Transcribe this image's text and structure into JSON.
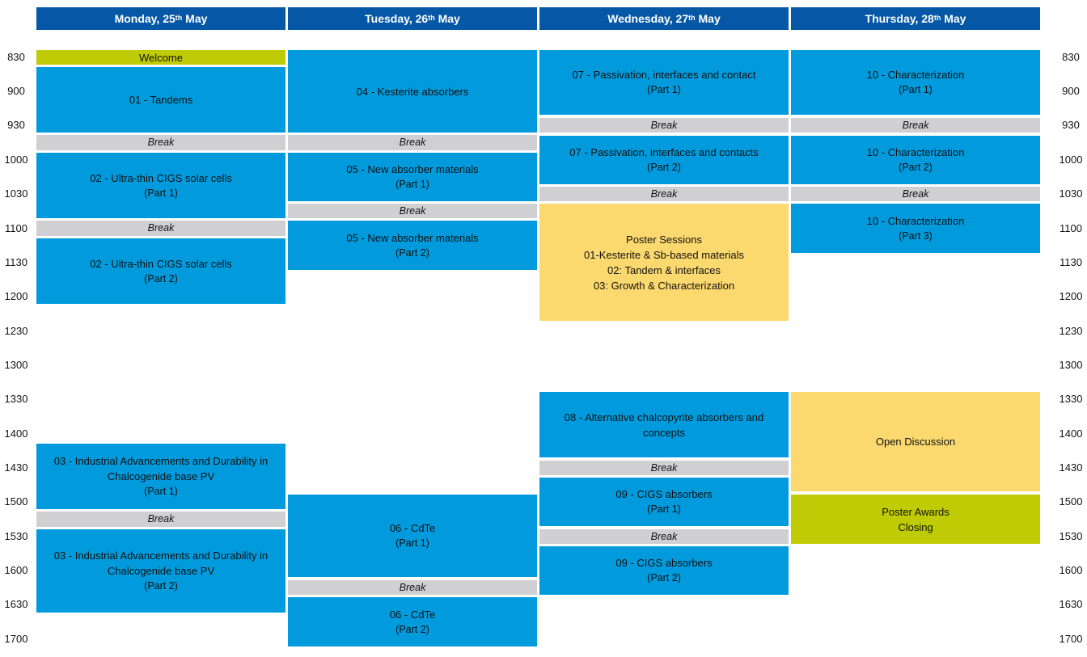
{
  "days": [
    {
      "name": "Monday, 25",
      "sup": "th",
      "month": "May"
    },
    {
      "name": "Tuesday, 26",
      "sup": "th",
      "month": "May"
    },
    {
      "name": "Wednesday, 27",
      "sup": "th",
      "month": "May"
    },
    {
      "name": "Thursday, 28",
      "sup": "th",
      "month": "May"
    }
  ],
  "times": [
    "830",
    "900",
    "930",
    "1000",
    "1030",
    "1100",
    "1130",
    "1200",
    "1230",
    "1300",
    "1330",
    "1400",
    "1430",
    "1500",
    "1530",
    "1600",
    "1630",
    "1700"
  ],
  "labels": {
    "break": "Break",
    "welcome": "Welcome",
    "tandems": "01 - Tandems",
    "cigs_thin": "02 - Ultra-thin CIGS solar cells",
    "industrial": "03 - Industrial Advancements and Durability in Chalcogenide base PV",
    "kesterite": "04 - Kesterite absorbers",
    "new_absorber": "05 - New absorber materials",
    "cdte": "06 - CdTe",
    "passivation1": "07 - Passivation, interfaces and contact",
    "passivation2": "07 - Passivation, interfaces and contacts",
    "poster_title": "Poster Sessions",
    "poster_l1": "01-Kesterite & Sb-based materials",
    "poster_l2": "02: Tandem & interfaces",
    "poster_l3": "03: Growth & Characterization",
    "chalcopyrite": "08 - Alternative chalcopyrite absorbers and concepts",
    "cigs_abs": "09 - CIGS absorbers",
    "characterization": "10 - Characterization",
    "open_discussion": "Open Discussion",
    "poster_awards": "Poster Awards",
    "closing": "Closing",
    "part1": "(Part 1)",
    "part2": "(Part 2)",
    "part3": "(Part 3)"
  },
  "colors": {
    "header": "#0658a6",
    "session": "#019bdd",
    "break": "#d0d0d2",
    "poster": "#fbd96e",
    "green": "#bfcb05"
  }
}
